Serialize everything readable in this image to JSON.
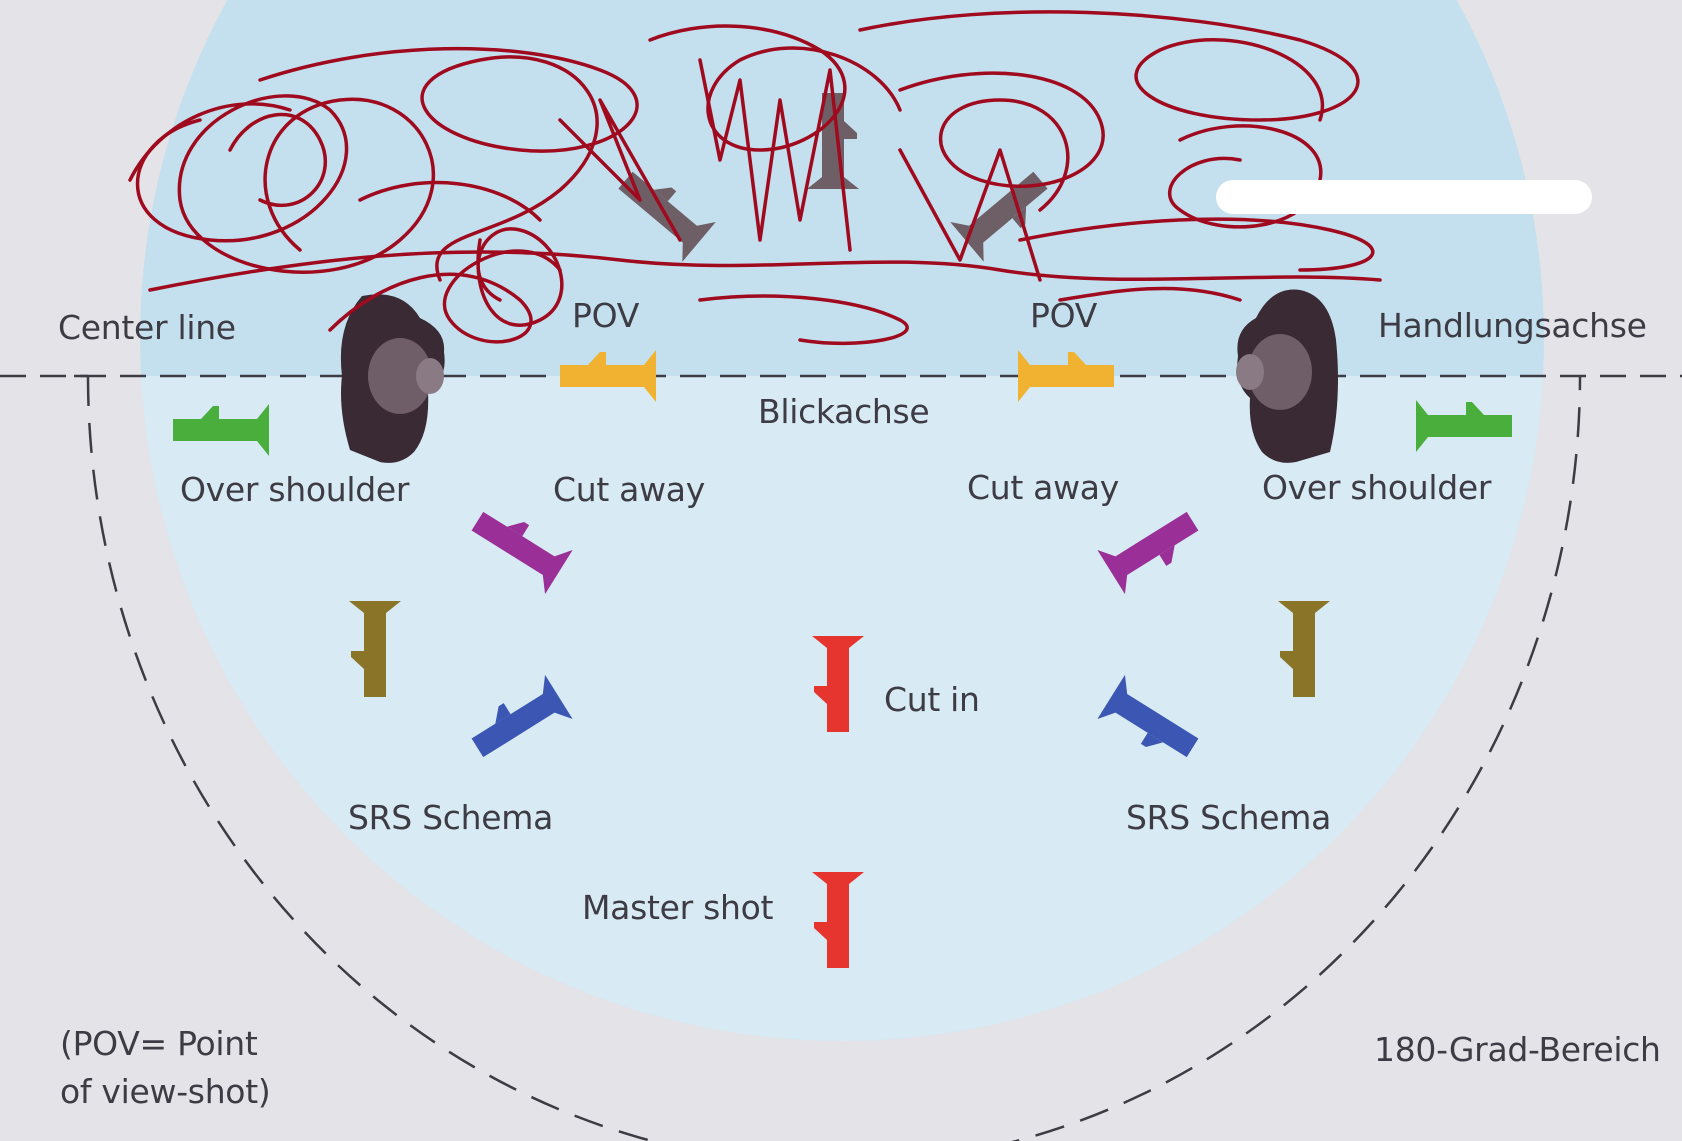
{
  "diagram": {
    "labels": {
      "center_line": "Center line",
      "handlungsachse": "Handlungsachse",
      "pov_left": "POV",
      "pov_right": "POV",
      "blickachse": "Blickachse",
      "over_shoulder_left": "Over shoulder",
      "over_shoulder_right": "Over shoulder",
      "cut_away_left": "Cut away",
      "cut_away_right": "Cut away",
      "cut_in": "Cut in",
      "srs_left": "SRS Schema",
      "srs_right": "SRS Schema",
      "master_shot": "Master shot",
      "pov_note_line1": "(POV= Point",
      "pov_note_line2": "of view-shot)",
      "range_180": "180-Grad-Bereich"
    },
    "colors": {
      "background": "#e4e4e8",
      "circle": "#c4e0ee",
      "lower_circle": "#dcebf4",
      "person": "#3a2a34",
      "person_head": "#6f5e68",
      "camera_gray": "#6e5e66",
      "pov_camera": "#f0b230",
      "over_shoulder_camera": "#4aae3c",
      "cut_away_camera": "#9a2f98",
      "srs_rotated_camera": "#3b57b3",
      "srs_upright_camera": "#8a7428",
      "cut_in_camera": "#e5352e",
      "master_camera": "#e5352e",
      "scribble": "#a00a1e",
      "redaction": "#ffffff",
      "dashed_line": "#3d3b44"
    },
    "icons": [
      "person-icon",
      "camera-icon"
    ]
  }
}
